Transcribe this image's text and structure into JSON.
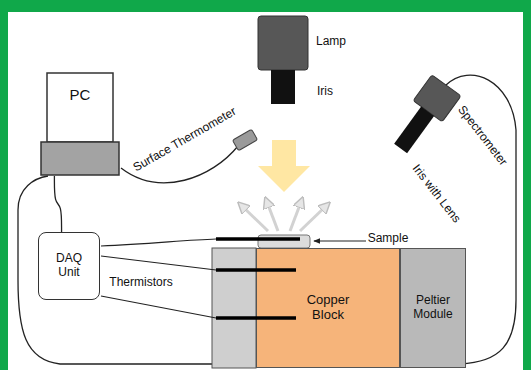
{
  "diagram": {
    "nodes": [
      {
        "text": [
          "PC"
        ]
      },
      {
        "text": [
          "DAQ Unit"
        ]
      },
      {
        "text": [
          "Copper Block"
        ]
      },
      {
        "text": [
          "Peltier Module"
        ]
      }
    ],
    "edges": [
      {
        "from": 0,
        "to": 1,
        "arrow": "none"
      }
    ],
    "labels": [
      "Surface Thermometer",
      "Lamp",
      "Iris",
      "Spectrometer",
      "Iris with Lens",
      "Sample",
      "Thermistors"
    ]
  }
}
